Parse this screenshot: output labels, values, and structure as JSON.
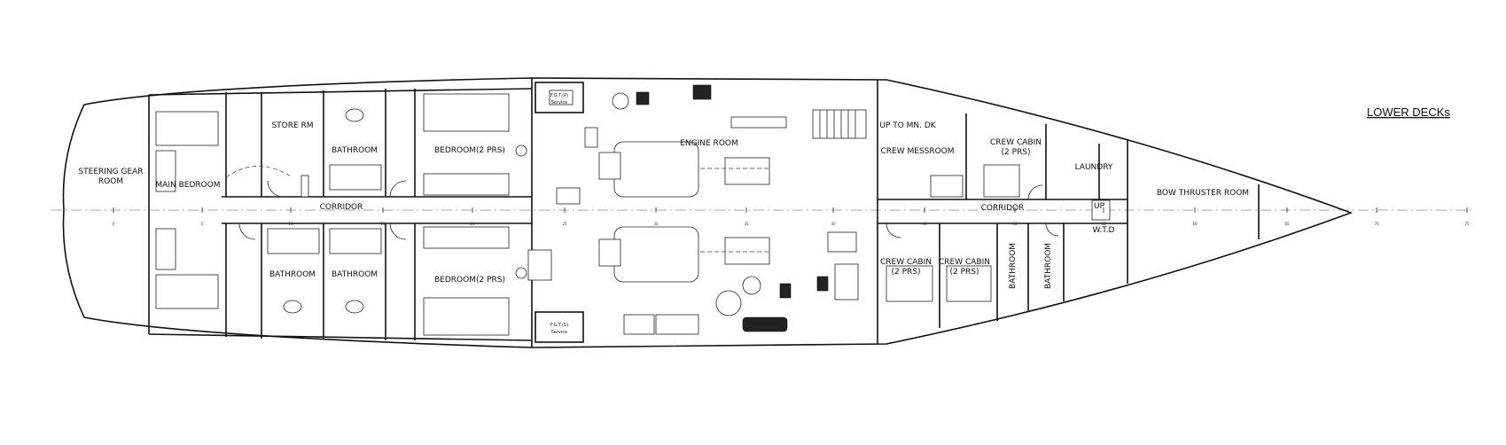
{
  "title": "LOWER DECKs",
  "rooms": {
    "steering_gear_1": "STEERING GEAR",
    "steering_gear_2": "ROOM",
    "main_bedroom": "MAIN BEDROOM",
    "store_rm": "STORE RM",
    "bathroom_aft_top": "BATHROOM",
    "bedroom_top": "BEDROOM(2 PRS)",
    "corridor_aft": "CORRIDOR",
    "bathroom_aft_bottom_1": "BATHROOM",
    "bathroom_aft_bottom_2": "BATHROOM",
    "bedroom_bottom": "BEDROOM(2 PRS)",
    "fgt_p_1": "F.G.T.(P)",
    "fgt_p_2": "Service",
    "fgt_s_1": "F.G.T.(S)",
    "fgt_s_2": "Service",
    "engine_room": "ENGINE ROOM",
    "up_to_mn_dk": "UP TO MN. DK",
    "crew_messroom": "CREW MESSROOM",
    "crew_cabin_top_1": "CREW CABIN",
    "crew_cabin_top_2": "(2 PRS)",
    "laundry": "LAUNDRY",
    "corridor_fwd": "CORRIDOR",
    "up": "UP",
    "wtd": "W.T.D",
    "crew_cabin_b1_1": "CREW CABIN",
    "crew_cabin_b1_2": "(2 PRS)",
    "crew_cabin_b2_1": "CREW CABIN",
    "crew_cabin_b2_2": "(2 PRS)",
    "bathroom_fwd_1": "BATHROOM",
    "bathroom_fwd_2": "BATHROOM",
    "bow_thruster": "BOW THRUSTER ROOM"
  },
  "frame_ticks": [
    "0",
    "5",
    "10",
    "15",
    "20",
    "25",
    "30",
    "35",
    "40",
    "45",
    "50",
    "55",
    "60",
    "65",
    "70",
    "75"
  ],
  "colors": {
    "line": "#111111",
    "background": "#ffffff"
  }
}
